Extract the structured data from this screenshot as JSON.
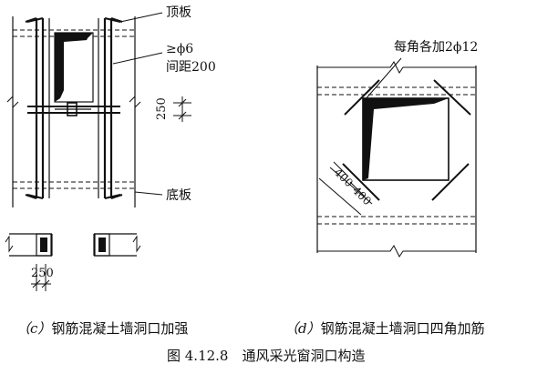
{
  "diagram_c": {
    "label_top_slab": "顶板",
    "label_rebar_spec": "≥ϕ6",
    "label_spacing": "间距200",
    "label_dim_250_vertical": "250",
    "label_bottom_slab": "底板",
    "label_dim_250_horizontal": "250"
  },
  "diagram_d": {
    "label_corner_bars": "每角各加2ϕ12",
    "label_dim_400_a": "400",
    "label_dim_400_b": "400"
  },
  "captions": {
    "c_letter": "（c）",
    "c_text": "钢筋混凝土墙洞口加强",
    "d_letter": "（d）",
    "d_text": "钢筋混凝土墙洞口四角加筋",
    "figure": "图 4.12.8　通风采光窗洞口构造"
  }
}
